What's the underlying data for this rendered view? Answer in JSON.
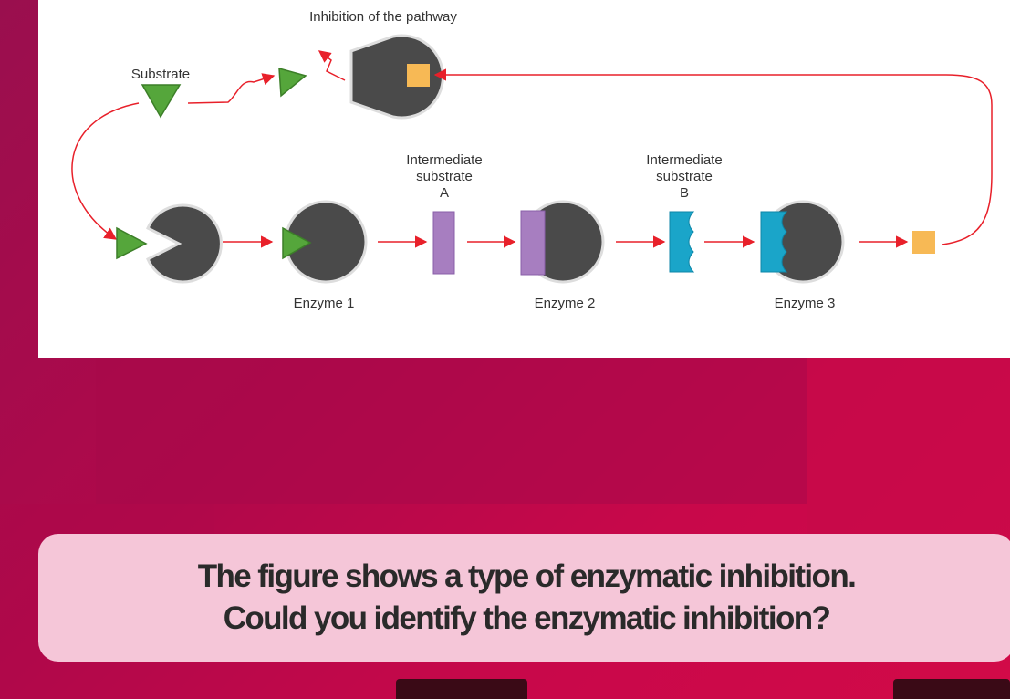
{
  "diagram": {
    "inhibition_label": "Inhibition of the pathway",
    "substrate_label": "Substrate",
    "intermediate_a": [
      "Intermediate",
      "substrate",
      "A"
    ],
    "intermediate_b": [
      "Intermediate",
      "substrate",
      "B"
    ],
    "enzyme1_label": "Enzyme 1",
    "enzyme2_label": "Enzyme 2",
    "enzyme3_label": "Enzyme 3"
  },
  "question": {
    "line1": "The figure shows a type of enzymatic inhibition.",
    "line2": "Could you identify the enzymatic inhibition?"
  },
  "colors": {
    "enzyme": "#4a4a4a",
    "substrate": "#55a63b",
    "intermediate_a": "#a77ec0",
    "intermediate_b": "#1aa5c9",
    "product": "#f7b955",
    "arrow": "#e8202a",
    "question_bg": "#f5c6d8"
  }
}
